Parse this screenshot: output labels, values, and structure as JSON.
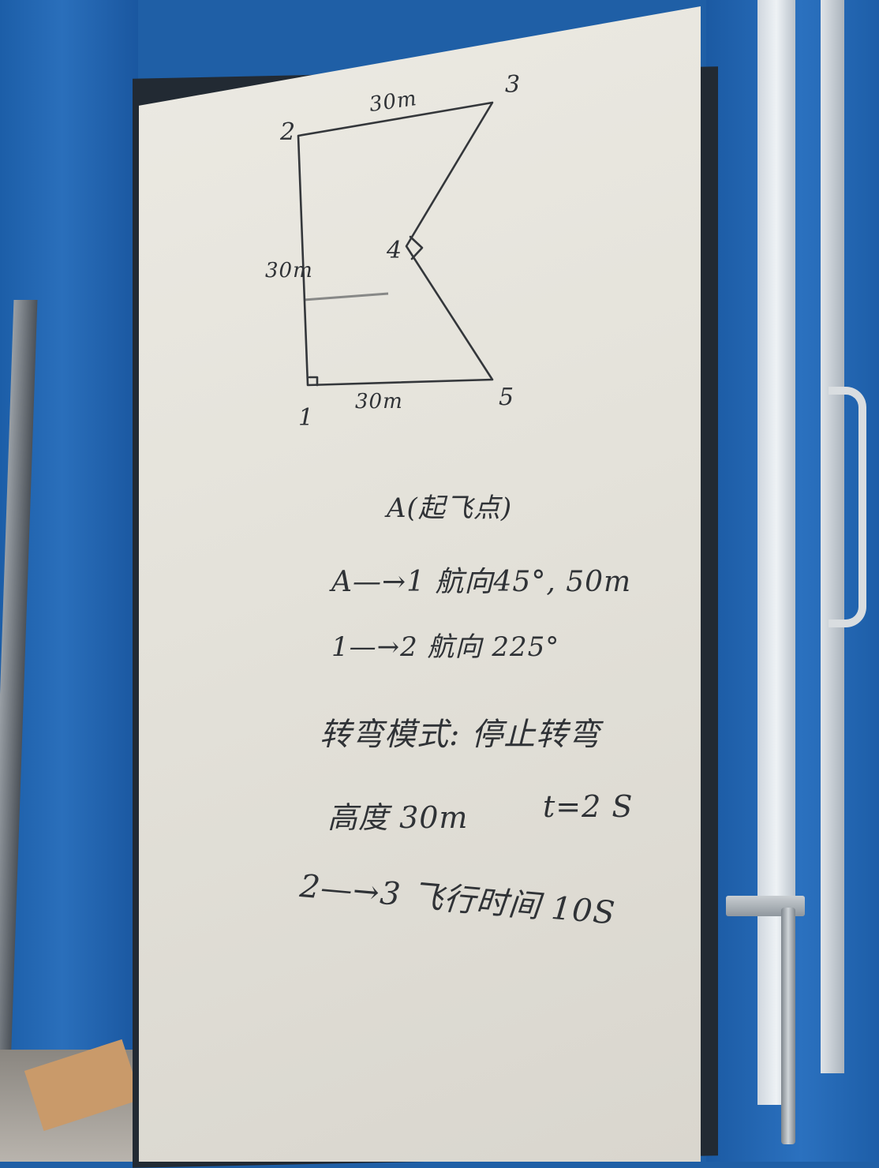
{
  "diagram": {
    "vertices": [
      {
        "id": "v1",
        "label": "1"
      },
      {
        "id": "v2",
        "label": "2"
      },
      {
        "id": "v3",
        "label": "3"
      },
      {
        "id": "v4",
        "label": "4"
      },
      {
        "id": "v5",
        "label": "5"
      }
    ],
    "edge_labels": {
      "top": "30m",
      "left": "30m",
      "bottom": "30m"
    }
  },
  "notes": {
    "start": "A(起飞点)",
    "leg_a": "A—→1 航向45°, 50m",
    "leg_b": "1—→2 航向 225°",
    "turn_mode": "转弯模式: 停止转弯",
    "altitude": "高度 30m",
    "time_t": "t=2 S",
    "flight_time": "2—→3 飞行时间 10S"
  },
  "colors": {
    "board": "#e6e4dc",
    "ink": "#2f3236",
    "wall": "#1f5fa6"
  }
}
